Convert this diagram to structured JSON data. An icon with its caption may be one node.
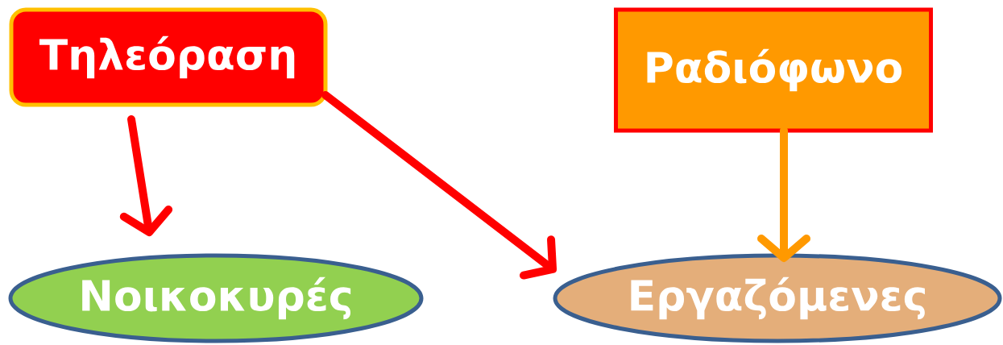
{
  "diagram": {
    "nodes": [
      {
        "text": [
          "Τηλεόραση"
        ]
      },
      {
        "text": [
          "Ραδιόφωνο"
        ]
      },
      {
        "text": [
          "Νοικοκυρές"
        ]
      },
      {
        "text": [
          "Εργαζόμενες"
        ]
      }
    ],
    "edges": [
      {
        "from": 0,
        "to": 2,
        "arrow": "to"
      },
      {
        "from": 0,
        "to": 3,
        "arrow": "to"
      },
      {
        "from": 1,
        "to": 3,
        "arrow": "to",
        "color": "#ff9900"
      }
    ]
  }
}
